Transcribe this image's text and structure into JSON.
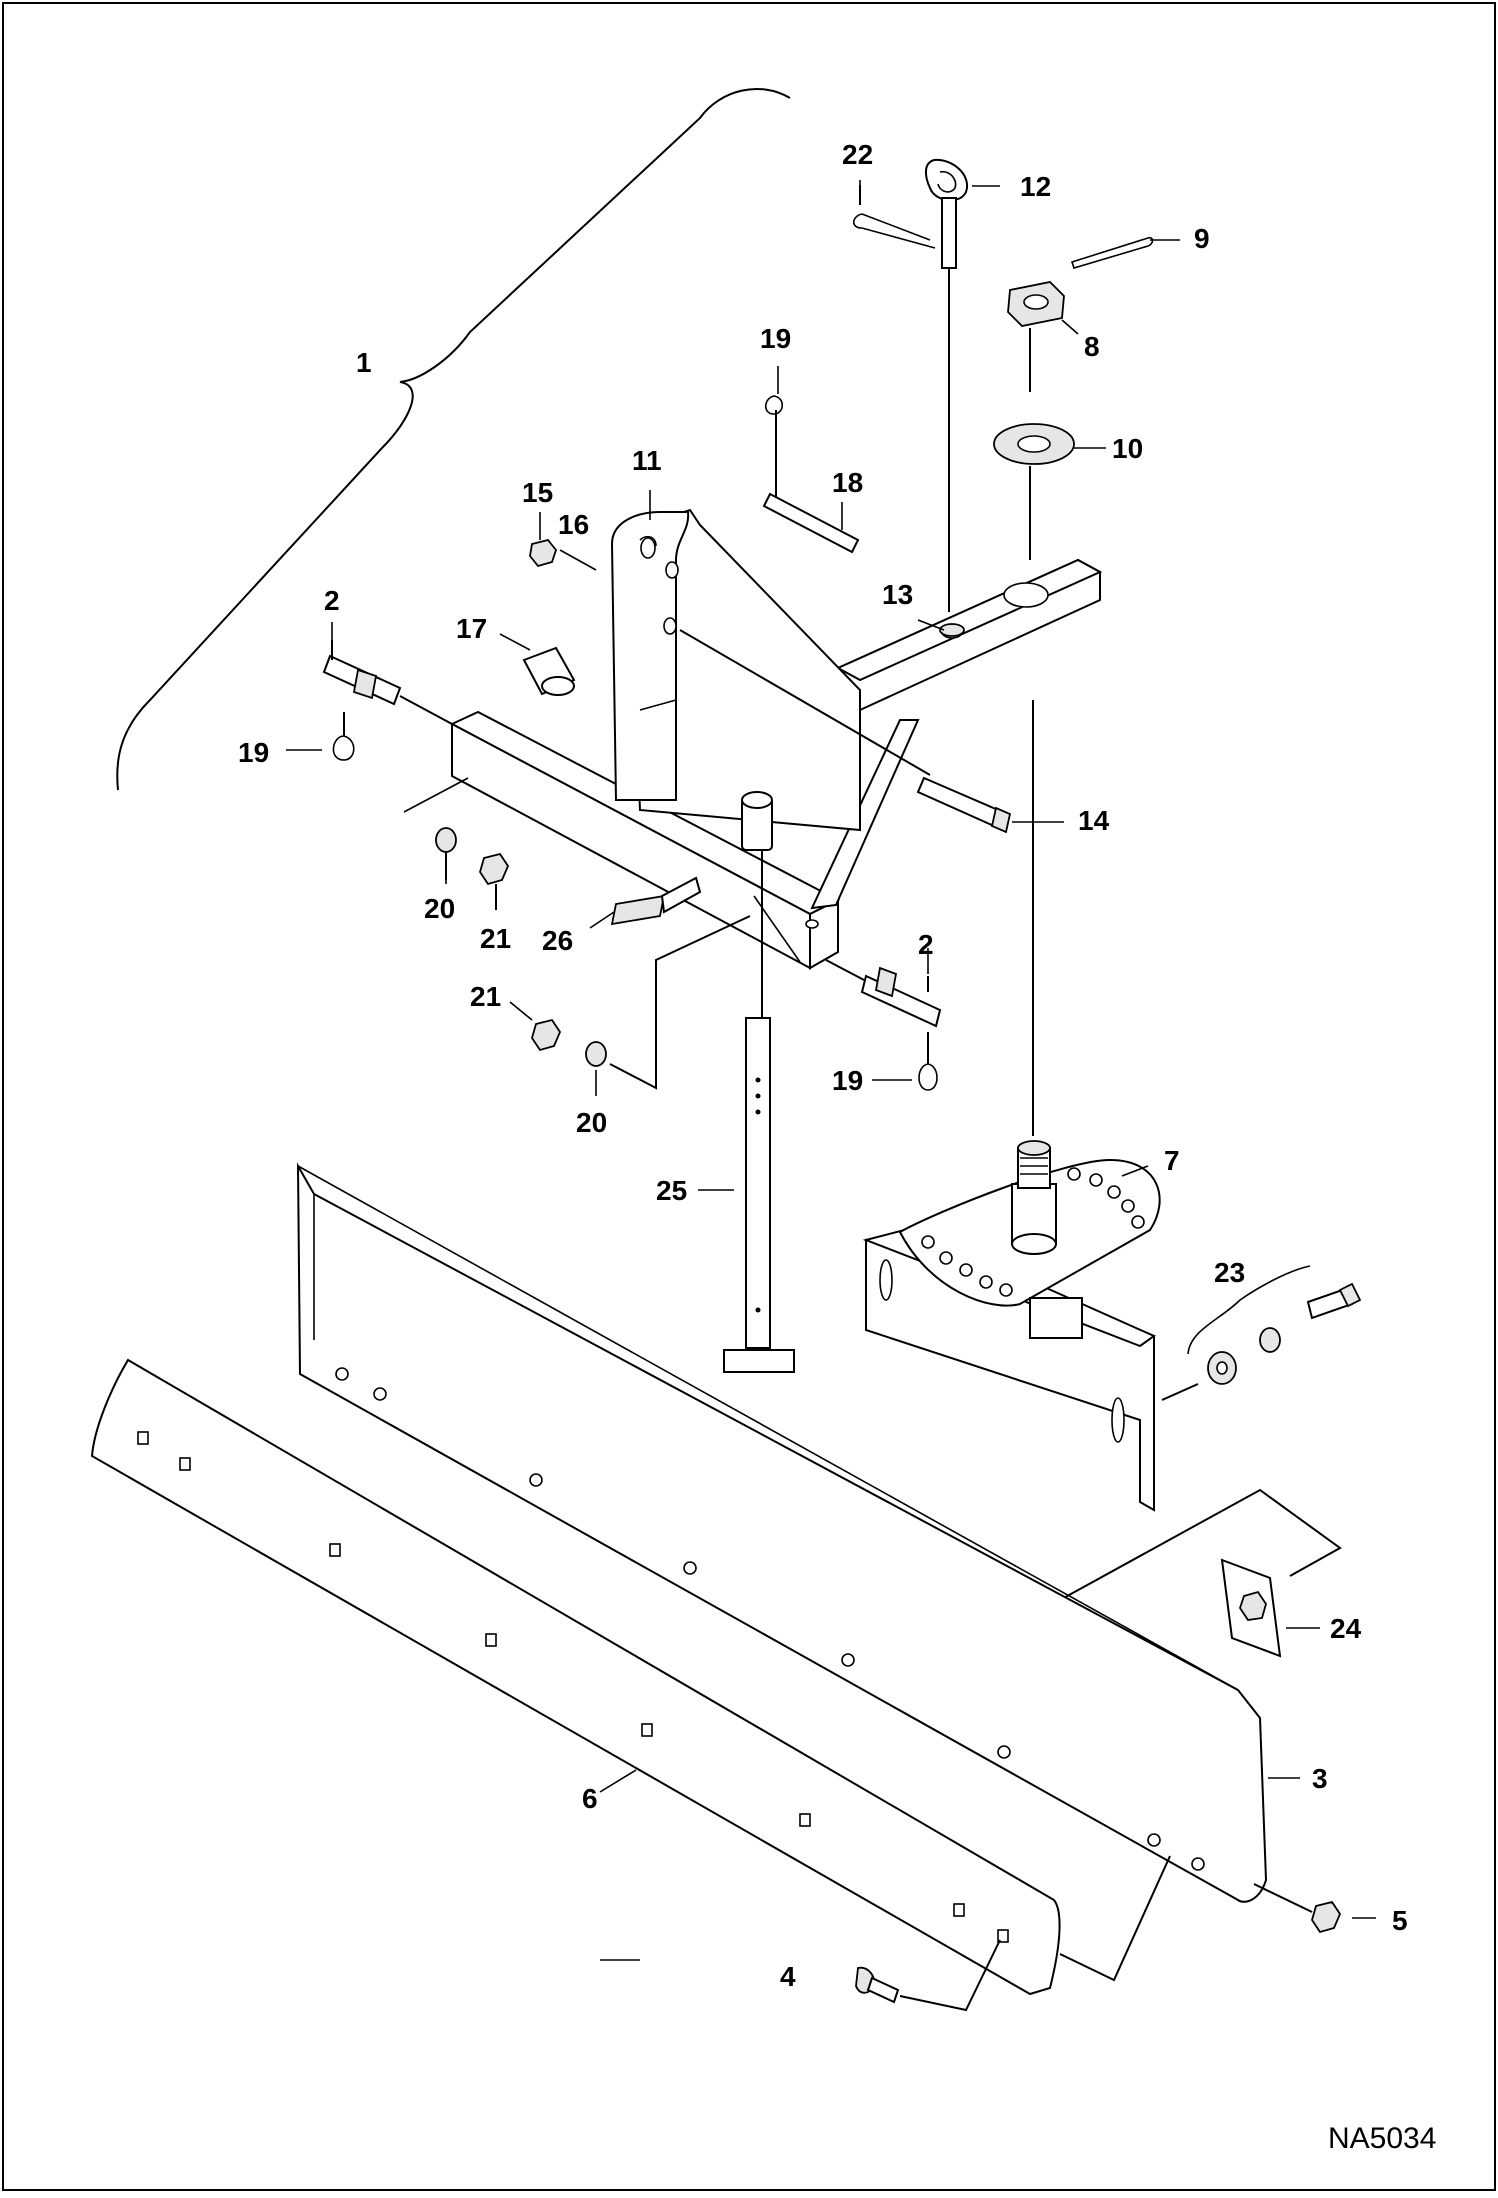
{
  "diagram": {
    "drawing_code": "NA5034",
    "callouts": [
      {
        "id": "c1",
        "label": "1"
      },
      {
        "id": "c2a",
        "label": "2"
      },
      {
        "id": "c2b",
        "label": "2"
      },
      {
        "id": "c3",
        "label": "3"
      },
      {
        "id": "c4",
        "label": "4"
      },
      {
        "id": "c5",
        "label": "5"
      },
      {
        "id": "c6",
        "label": "6"
      },
      {
        "id": "c7",
        "label": "7"
      },
      {
        "id": "c8",
        "label": "8"
      },
      {
        "id": "c9",
        "label": "9"
      },
      {
        "id": "c10",
        "label": "10"
      },
      {
        "id": "c11",
        "label": "11"
      },
      {
        "id": "c12",
        "label": "12"
      },
      {
        "id": "c13",
        "label": "13"
      },
      {
        "id": "c14",
        "label": "14"
      },
      {
        "id": "c15",
        "label": "15"
      },
      {
        "id": "c16",
        "label": "16"
      },
      {
        "id": "c17",
        "label": "17"
      },
      {
        "id": "c18",
        "label": "18"
      },
      {
        "id": "c19a",
        "label": "19"
      },
      {
        "id": "c19b",
        "label": "19"
      },
      {
        "id": "c19c",
        "label": "19"
      },
      {
        "id": "c20a",
        "label": "20"
      },
      {
        "id": "c20b",
        "label": "20"
      },
      {
        "id": "c21a",
        "label": "21"
      },
      {
        "id": "c21b",
        "label": "21"
      },
      {
        "id": "c22",
        "label": "22"
      },
      {
        "id": "c23",
        "label": "23"
      },
      {
        "id": "c24",
        "label": "24"
      },
      {
        "id": "c25",
        "label": "25"
      },
      {
        "id": "c26",
        "label": "26"
      }
    ]
  }
}
